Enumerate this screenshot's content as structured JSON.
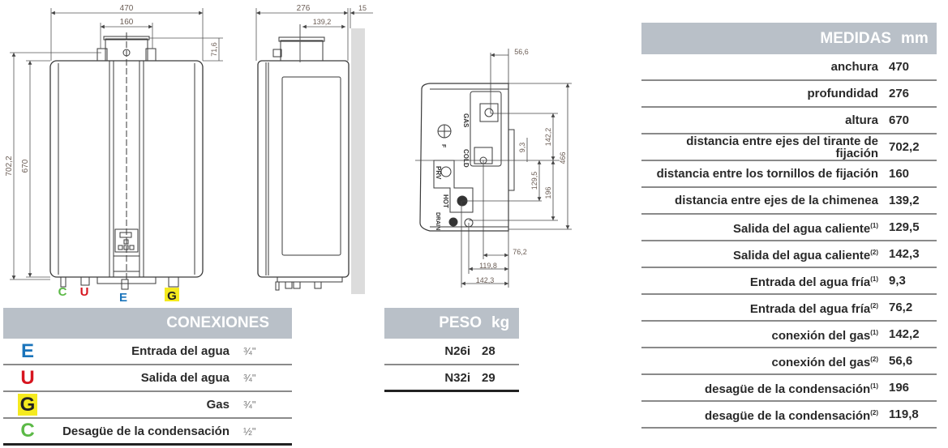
{
  "drawings": {
    "front": {
      "width": "470",
      "bracket": "160",
      "height_total": "702,2",
      "height": "670",
      "flue_offset": "71,6",
      "connections": [
        {
          "letter": "C",
          "color": "#5bb946"
        },
        {
          "letter": "U",
          "color": "#d7151f"
        },
        {
          "letter": "E",
          "color": "#1a74bb"
        },
        {
          "letter": "G",
          "color": "#222222",
          "bg": "#f5ea1e"
        }
      ]
    },
    "side": {
      "depth": "276",
      "flue_axis": "139,2",
      "wall_gap": "15"
    },
    "bottom": {
      "d1": "56,6",
      "d2": "142,2",
      "d3": "9,3",
      "d4": "129,5",
      "d5": "196",
      "d6": "466",
      "d7": "76,2",
      "d8": "119,8",
      "d9": "142,3",
      "labels": {
        "gas": "GAS",
        "cold": "COLD",
        "prv": "PRV",
        "hot": "HOT",
        "drain": "DRAIN",
        "f": "F"
      }
    }
  },
  "medidas": {
    "title": "MEDIDAS",
    "unit": "mm",
    "rows": [
      {
        "label": "anchura",
        "value": "470"
      },
      {
        "label": "profundidad",
        "value": "276"
      },
      {
        "label": "altura",
        "value": "670"
      },
      {
        "label": "distancia entre ejes del tirante de fijación",
        "value": "702,2"
      },
      {
        "label": "distancia entre los tornillos de fijación",
        "value": "160"
      },
      {
        "label": "distancia entre ejes de la chimenea",
        "value": "139,2"
      },
      {
        "label": "Salida del agua caliente",
        "sup": "(1)",
        "value": "129,5"
      },
      {
        "label": "Salida del agua caliente",
        "sup": "(2)",
        "value": "142,3"
      },
      {
        "label": "Entrada del agua fría",
        "sup": "(1)",
        "value": "9,3"
      },
      {
        "label": "Entrada del agua fría",
        "sup": "(2)",
        "value": "76,2"
      },
      {
        "label": "conexión del gas",
        "sup": "(1)",
        "value": "142,2"
      },
      {
        "label": "conexión del gas",
        "sup": "(2)",
        "value": "56,6"
      },
      {
        "label": "desagüe de la condensación",
        "sup": "(1)",
        "value": "196"
      },
      {
        "label": "desagüe de la condensación",
        "sup": "(2)",
        "value": "119,8"
      }
    ]
  },
  "conexiones": {
    "title": "CONEXIONES",
    "rows": [
      {
        "letter": "E",
        "color": "#1a74bb",
        "label": "Entrada del agua",
        "size": "¾\""
      },
      {
        "letter": "U",
        "color": "#d7151f",
        "label": "Salida del agua",
        "size": "¾\""
      },
      {
        "letter": "G",
        "color": "#222222",
        "bg": "#f5ea1e",
        "label": "Gas",
        "size": "¾\""
      },
      {
        "letter": "C",
        "color": "#5bb946",
        "label": "Desagüe de la condensación",
        "size": "½\""
      }
    ]
  },
  "peso": {
    "title": "PESO",
    "unit": "kg",
    "rows": [
      {
        "model": "N26i",
        "value": "28"
      },
      {
        "model": "N32i",
        "value": "29"
      }
    ]
  }
}
